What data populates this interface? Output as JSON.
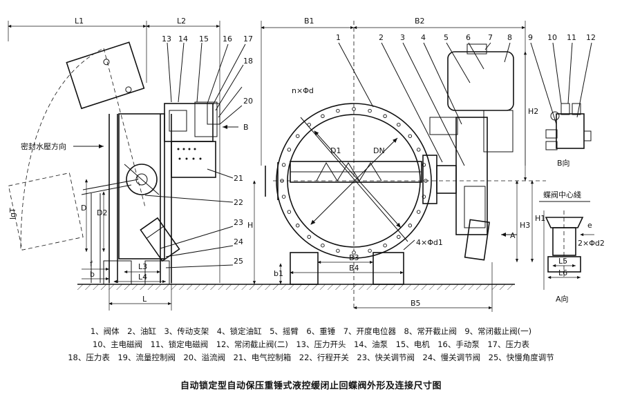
{
  "dims": {
    "L1": "L1",
    "L2": "L2",
    "B1": "B1",
    "B2": "B2",
    "B3": "B3",
    "B4": "B4",
    "B5": "B5",
    "H": "H",
    "H1": "H1",
    "H2": "H2",
    "H3": "H3",
    "D": "D",
    "D1": "D1",
    "D2": "D2",
    "DN": "DN",
    "L": "L",
    "L3": "L3",
    "L4": "L4",
    "L5": "L5",
    "L6": "L6",
    "b": "b",
    "b1": "b1",
    "f": "f",
    "e": "e",
    "lgT": "lgT",
    "nxPhid": "n×Φd",
    "fourPhid1": "4×Φd1",
    "twoPhid2": "2×Φd2"
  },
  "labels": {
    "water_dir": "密封水壓方向",
    "view_b_arrow": "B",
    "view_a_arrow": "A",
    "view_b": "B向",
    "view_a": "A向",
    "centerline": "蝶阀中心綫"
  },
  "callouts": [
    "1",
    "2",
    "3",
    "4",
    "5",
    "6",
    "7",
    "8",
    "9",
    "10",
    "11",
    "12",
    "13",
    "14",
    "15",
    "16",
    "17",
    "18",
    "20",
    "21",
    "22",
    "23",
    "24",
    "25"
  ],
  "legend": [
    "1、阀体　2、油缸　3、传动支架　4、锁定油缸　5、摇臂　6、重锤　7、开度电位器　8、常开截止阀　9、常闭截止阀(一)",
    "10、主电磁阀　11、锁定电磁阀　12、常闭截止阀(二)　13、压力开头　14、油泵　15、电机　16、手动泵　17、压力表",
    "18、压力表　19、流量控制阀　20、溢流阀　21、电气控制箱　22、行程开关　23、快关调节阀　24、慢关调节阀　25、快慢角度调节"
  ],
  "caption": "自动锁定型自动保压重锤式液控缓闭止回蝶阀外形及连接尺寸图"
}
